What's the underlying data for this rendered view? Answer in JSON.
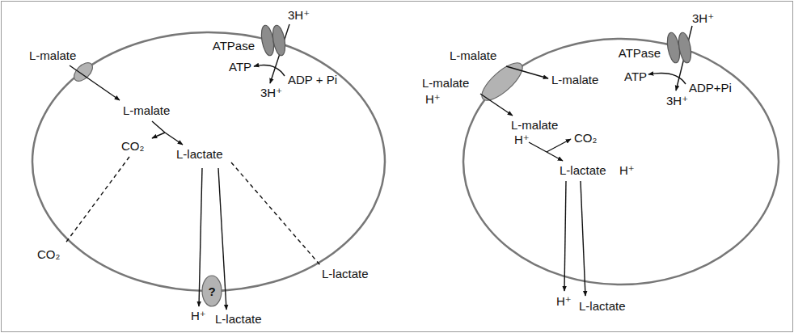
{
  "diagram": {
    "nodes": [
      {
        "text": [
          "ATPase"
        ]
      },
      {
        "text": [
          "?"
        ]
      },
      {
        "text": [
          "ATPase"
        ]
      }
    ],
    "labels": [
      "L-malate",
      "3H⁺",
      "ATP",
      "ADP + Pi",
      "L-malate",
      "3H⁺",
      "CO₂",
      "L-lactate",
      "CO₂",
      "L-lactate",
      "H⁺",
      "L-lactate",
      "L-malate",
      "3H⁺",
      "L-malate",
      "H⁺",
      "L-malate",
      "ATP",
      "ADP+Pi",
      "3H⁺",
      "L-malate",
      "H⁺",
      "CO₂",
      "L-lactate",
      "H⁺",
      "H⁺",
      "L-lactate"
    ]
  }
}
